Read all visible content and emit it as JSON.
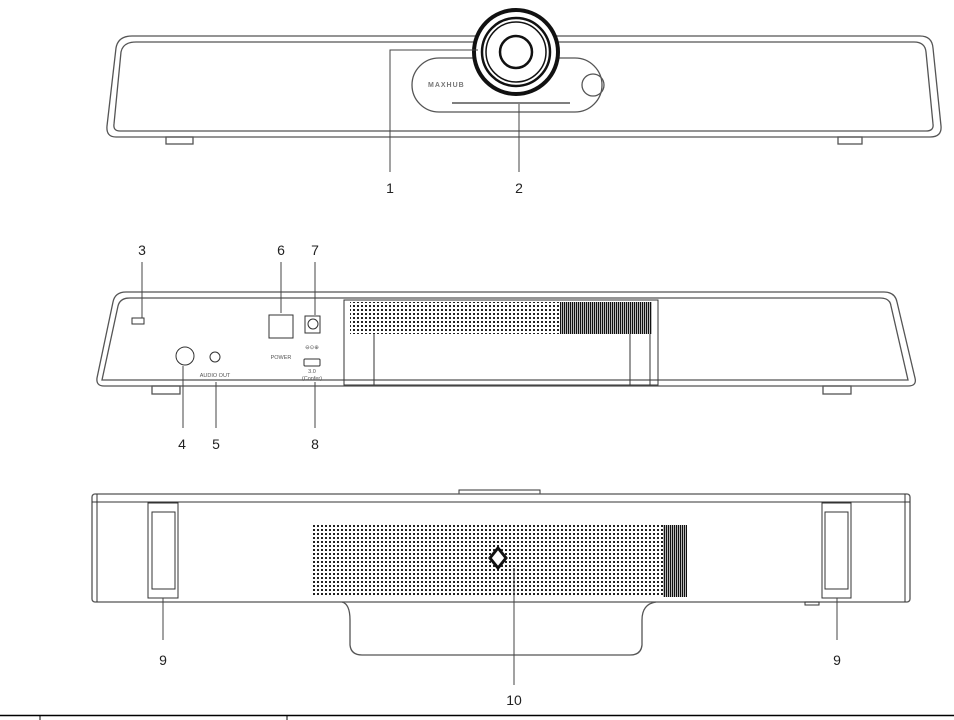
{
  "front_view": {
    "logo": "MAXHUB",
    "callouts": [
      "1",
      "2"
    ]
  },
  "rear_view": {
    "callouts": [
      "3",
      "4",
      "5",
      "6",
      "7",
      "8"
    ],
    "labels": {
      "audio_out": "AUDIO OUT",
      "power": "POWER",
      "usb": "3.0",
      "usb_sub": "(Confer)"
    }
  },
  "bottom_view": {
    "callouts": [
      "9",
      "10",
      "9"
    ]
  }
}
